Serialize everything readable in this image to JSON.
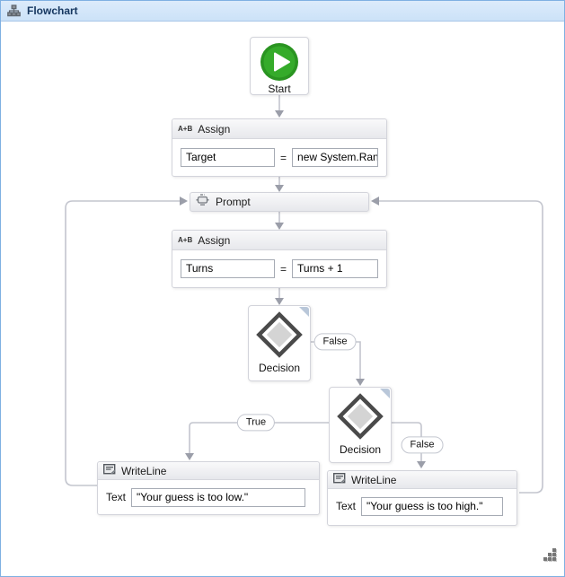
{
  "window": {
    "title": "Flowchart"
  },
  "colors": {
    "titlebar_bg": "#d4e6f9",
    "frame_border": "#7fb0e2",
    "start_green": "#2f9e25",
    "connector_line": "#c3c5ce",
    "arrowhead": "#9b9ea9",
    "decision_corner": "#b9c7d9"
  },
  "icons": {
    "titlebar": "flowchart-icon",
    "assign": "A+B",
    "prompt": "prompt-window-icon",
    "writeline": "console-write-icon",
    "start": "play-circle-icon",
    "resize": "resize-grip-dots"
  },
  "flowchart": {
    "start": {
      "label": "Start"
    },
    "assign_target": {
      "title": "Assign",
      "icon": "A+B",
      "to": "Target",
      "equals": "=",
      "value": "new System.Random"
    },
    "prompt": {
      "title": "Prompt"
    },
    "assign_turns": {
      "title": "Assign",
      "icon": "A+B",
      "to": "Turns",
      "equals": "=",
      "value": "Turns + 1"
    },
    "decision1": {
      "label": "Decision",
      "false_label": "False"
    },
    "decision2": {
      "label": "Decision",
      "true_label": "True",
      "false_label": "False"
    },
    "writeline_low": {
      "title": "WriteLine",
      "field_label": "Text",
      "value": "\"Your guess is too low.\""
    },
    "writeline_high": {
      "title": "WriteLine",
      "field_label": "Text",
      "value": "\"Your guess is too high.\""
    }
  }
}
